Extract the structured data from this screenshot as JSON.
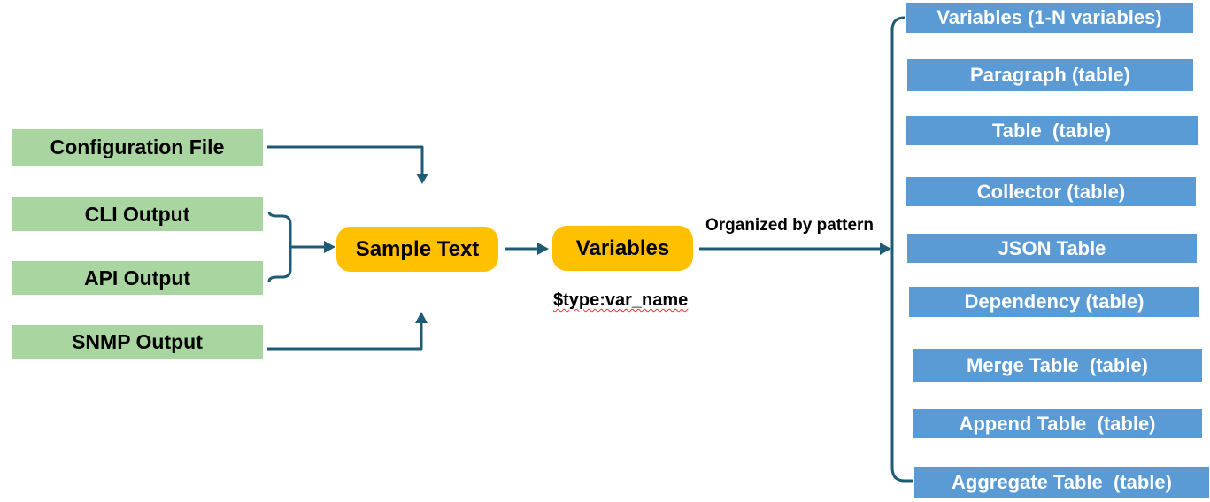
{
  "diagram": {
    "sources": [
      {
        "label": "Configuration File"
      },
      {
        "label": "CLI Output"
      },
      {
        "label": "API Output"
      },
      {
        "label": "SNMP Output"
      }
    ],
    "process": {
      "sample_text_label": "Sample Text",
      "variables_label": "Variables",
      "variable_syntax": "$type:var_name",
      "arrow_label": "Organized by pattern"
    },
    "patterns": [
      {
        "label": "Variables (1-N variables)"
      },
      {
        "label": "Paragraph (table)"
      },
      {
        "label": "Table  (table)"
      },
      {
        "label": "Collector (table)"
      },
      {
        "label": "JSON Table"
      },
      {
        "label": "Dependency (table)"
      },
      {
        "label": "Merge Table  (table)"
      },
      {
        "label": "Append Table  (table)"
      },
      {
        "label": "Aggregate Table  (table)"
      }
    ],
    "colors": {
      "source_box": "#A8D5A0",
      "process_box": "#FFC000",
      "pattern_box": "#5B9BD5",
      "connector": "#1F5B74",
      "source_text": "#000000",
      "pattern_text": "#FFFFFF",
      "squiggle_underline": "#FF2A2A"
    }
  }
}
